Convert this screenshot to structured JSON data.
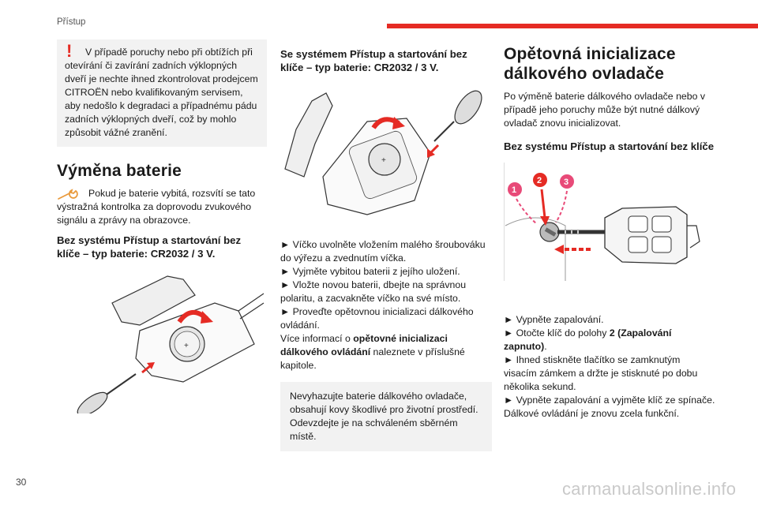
{
  "header": {
    "section": "Přístup"
  },
  "page_number": "30",
  "watermark": "carmanualsonline.info",
  "col1": {
    "warning": "V případě poruchy nebo při obtížích při otevírání či zavírání zadních výklopných dveří je nechte ihned zkontrolovat prodejcem CITROËN nebo kvalifikovaným servisem, aby nedošlo k degradaci a případnému pádu zadních výklopných dveří, což by mohlo způsobit vážné zranění.",
    "heading": "Výměna baterie",
    "note": "Pokud je baterie vybitá, rozsvítí se tato výstražná kontrolka za doprovodu zvukového signálu a zprávy na obrazovce.",
    "subheading": "Bez systému Přístup a startování bez klíče – typ baterie: CR2032 / 3 V."
  },
  "col2": {
    "subheading": "Se systémem Přístup a startování bez klíče – typ baterie: CR2032 / 3 V.",
    "steps": [
      "► Víčko uvolněte vložením malého šroubováku do výřezu a zvednutím víčka.",
      "► Vyjměte vybitou baterii z jejího uložení.",
      "► Vložte novou baterii, dbejte na správnou polaritu, a zacvakněte víčko na své místo.",
      "► Proveďte opětovnou inicializaci dálkového ovládání."
    ],
    "more_prefix": "Více informací o ",
    "more_bold": "opětovné inicializaci dálkového ovládání",
    "more_suffix": " naleznete v příslušné kapitole.",
    "env_note": "Nevyhazujte baterie dálkového ovladače, obsahují kovy škodlivé pro životní prostředí. Odevzdejte je na schváleném sběrném místě."
  },
  "col3": {
    "heading": "Opětovná inicializace dálkového ovladače",
    "intro": "Po výměně baterie dálkového ovladače nebo v případě jeho poruchy může být nutné dálkový ovladač znovu inicializovat.",
    "subheading": "Bez systému Přístup a startování bez klíče",
    "callouts": [
      "1",
      "2",
      "3"
    ],
    "step1": "► Vypněte zapalování.",
    "step2_prefix": "► Otočte klíč do polohy ",
    "step2_bold": "2 (Zapalování zapnuto)",
    "step2_suffix": ".",
    "step3": "► Ihned stiskněte tlačítko se zamknutým visacím zámkem a držte je stisknuté po dobu několika sekund.",
    "step4": "► Vypněte zapalování a vyjměte klíč ze spínače.",
    "result": "Dálkové ovládání je znovu zcela funkční."
  },
  "colors": {
    "accent": "#e52b24",
    "box_bg": "#f2f2f2",
    "text": "#1a1a1a"
  },
  "icons": [
    "exclamation-icon",
    "wrench-warning-icon"
  ]
}
